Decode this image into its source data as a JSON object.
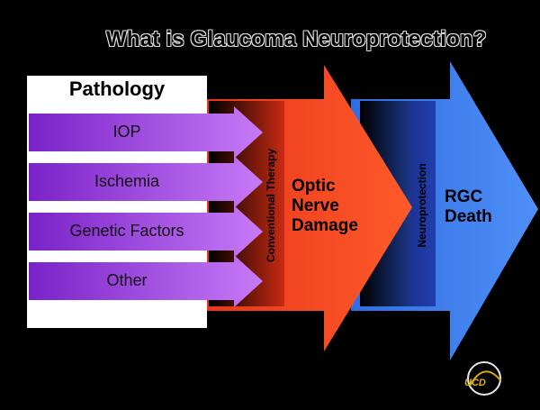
{
  "title": "What is Glaucoma Neuroprotection?",
  "pathology": {
    "heading": "Pathology",
    "items": [
      "IOP",
      "Ischemia",
      "Genetic Factors",
      "Other"
    ]
  },
  "conventional_therapy": "Conventional Therapy",
  "optic_nerve_damage": [
    "Optic",
    "Nerve",
    "Damage"
  ],
  "neuroprotection": "Neuroprotection",
  "rgc_death": [
    "RGC",
    "Death"
  ],
  "logo": "UCD",
  "colors": {
    "background": "#000000",
    "purple": "#9b3ee6",
    "red_orange": "#f04a1a",
    "blue": "#3a7cf0"
  }
}
